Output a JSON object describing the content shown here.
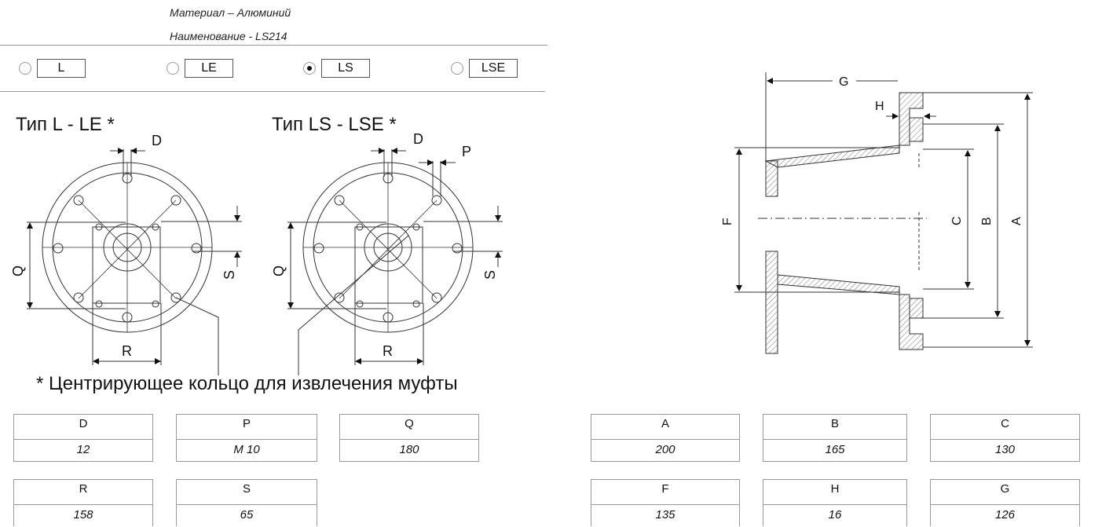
{
  "meta": {
    "material": "Материал – Алюминий",
    "name": "Наименование - LS214"
  },
  "options": [
    {
      "label": "L",
      "checked": false
    },
    {
      "label": "LE",
      "checked": false
    },
    {
      "label": "LS",
      "checked": true
    },
    {
      "label": "LSE",
      "checked": false
    }
  ],
  "diagram": {
    "type_l_title": "Тип L - LE *",
    "type_ls_title": "Тип LS - LSE *",
    "footnote": "* Центрирующее кольцо для извлечения муфты",
    "labels": {
      "D": "D",
      "P": "P",
      "Q": "Q",
      "R": "R",
      "S": "S",
      "A": "A",
      "B": "B",
      "C": "C",
      "F": "F",
      "G": "G",
      "H": "H"
    }
  },
  "dimensions_left": [
    {
      "header": "D",
      "value": "12"
    },
    {
      "header": "P",
      "value": "M 10"
    },
    {
      "header": "Q",
      "value": "180"
    },
    {
      "header": "R",
      "value": "158"
    },
    {
      "header": "S",
      "value": "65"
    }
  ],
  "dimensions_right": [
    {
      "header": "A",
      "value": "200"
    },
    {
      "header": "B",
      "value": "165"
    },
    {
      "header": "C",
      "value": "130"
    },
    {
      "header": "F",
      "value": "135"
    },
    {
      "header": "H",
      "value": "16"
    },
    {
      "header": "G",
      "value": "126"
    }
  ]
}
